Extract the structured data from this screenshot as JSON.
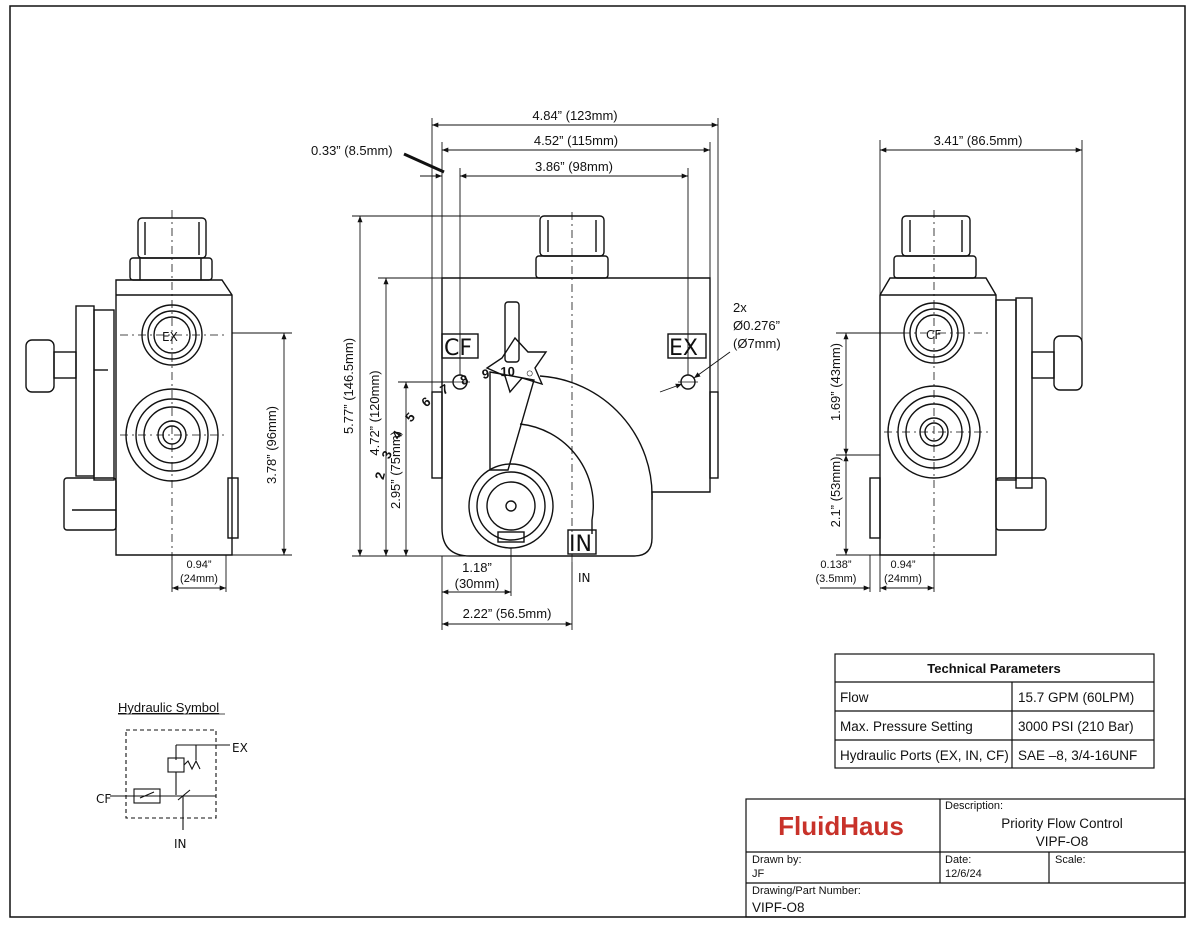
{
  "side_left": {
    "dim_height": "3.78” (96mm)",
    "dim_bottom_a": "0.94”",
    "dim_bottom_b": "(24mm)",
    "port_label": "EX"
  },
  "front": {
    "dim_top1": "4.84” (123mm)",
    "dim_top2": "4.52” (115mm)",
    "dim_top3": "3.86” (98mm)",
    "dim_offset": "0.33” (8.5mm)",
    "dim_h1": "5.77” (146.5mm)",
    "dim_h2": "4.72” (120mm)",
    "dim_h3": "2.95” (75mm)",
    "dim_b1a": "1.18”",
    "dim_b1b": "(30mm)",
    "dim_b2": "2.22” (56.5mm)",
    "hole_note1": "2x",
    "hole_note2": "Ø0.276”",
    "hole_note3": "(Ø7mm)",
    "label_cf": "CF",
    "label_ex": "EX",
    "label_in": "IN",
    "label_in_below": "IN",
    "dial": [
      "2",
      "3",
      "4",
      "5",
      "6",
      "7",
      "8",
      "9",
      "10",
      "○"
    ]
  },
  "side_right": {
    "dim_top": "3.41” (86.5mm)",
    "dim_h1": "1.69” (43mm)",
    "dim_h2": "2.1” (53mm)",
    "dim_b1a": "0.138”",
    "dim_b1b": "(3.5mm)",
    "dim_b2a": "0.94”",
    "dim_b2b": "(24mm)",
    "port_label": "CF"
  },
  "hydraulic_symbol": {
    "title": "Hydraulic Symbol",
    "port_ex": "EX",
    "port_cf": "CF",
    "port_in": "IN"
  },
  "tech_params": {
    "title": "Technical Parameters",
    "rows": [
      {
        "param": "Flow",
        "value": "15.7 GPM (60LPM)"
      },
      {
        "param": "Max. Pressure Setting",
        "value": "3000 PSI (210 Bar)"
      },
      {
        "param": "Hydraulic Ports (EX, IN, CF)",
        "value": "SAE –8, 3/4-16UNF"
      }
    ]
  },
  "title_block": {
    "brand": "FluidHaus",
    "brand_color": "#c8322a",
    "description_label": "Description:",
    "description_line1": "Priority Flow Control",
    "description_line2": "VIPF-O8",
    "drawn_by_label": "Drawn by:",
    "drawn_by": "JF",
    "date_label": "Date:",
    "date": "12/6/24",
    "scale_label": "Scale:",
    "part_label": "Drawing/Part Number:",
    "part_number": "VIPF-O8"
  }
}
